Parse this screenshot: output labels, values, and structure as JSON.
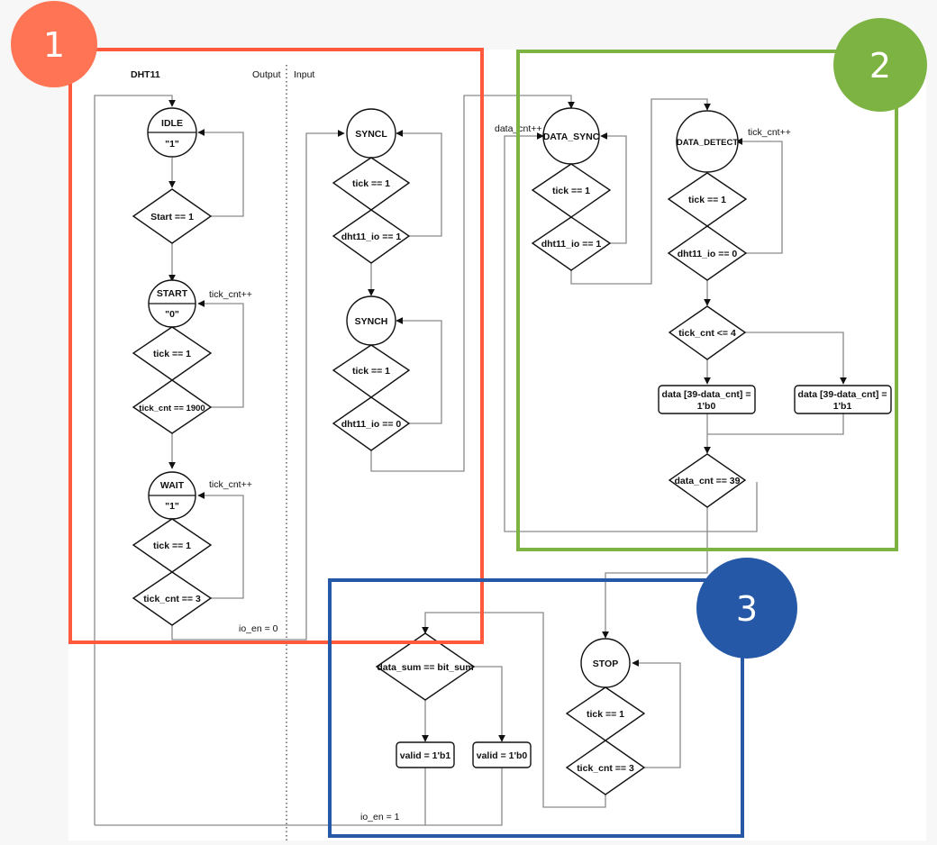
{
  "diagram": {
    "title": "DHT11",
    "lane_labels": {
      "output": "Output",
      "input": "Input"
    },
    "states": {
      "idle": {
        "name": "IDLE",
        "value": "\"1\""
      },
      "start": {
        "name": "START",
        "value": "\"0\""
      },
      "wait": {
        "name": "WAIT",
        "value": "\"1\""
      },
      "syncl": {
        "name": "SYNCL"
      },
      "synch": {
        "name": "SYNCH"
      },
      "data_sync": {
        "name": "DATA_SYNC"
      },
      "data_detect": {
        "name": "DATA_DETECT"
      },
      "stop": {
        "name": "STOP"
      }
    },
    "decisions": {
      "start_eq_1": "Start == 1",
      "start_tick": "tick == 1",
      "start_cnt": "tick_cnt == 1900",
      "wait_tick": "tick == 1",
      "wait_cnt": "tick_cnt == 3",
      "syncl_tick": "tick == 1",
      "syncl_io": "dht11_io == 1",
      "synch_tick": "tick == 1",
      "synch_io": "dht11_io == 0",
      "ds_tick": "tick == 1",
      "ds_io": "dht11_io == 1",
      "dd_tick": "tick == 1",
      "dd_io": "dht11_io == 0",
      "tick_cnt_le4": "tick_cnt <= 4",
      "data_cnt_39": "data_cnt == 39",
      "checksum": "data_sum == bit_sum",
      "stop_tick": "tick == 1",
      "stop_cnt": "tick_cnt == 3"
    },
    "processes": {
      "bit0_line1": "data [39-data_cnt] =",
      "bit0_line2": "1'b0",
      "bit1_line1": "data [39-data_cnt] =",
      "bit1_line2": "1'b1",
      "valid1": "valid = 1'b1",
      "valid0": "valid = 1'b0"
    },
    "edge_labels": {
      "start_tick_inc": "tick_cnt++",
      "wait_tick_inc": "tick_cnt++",
      "io_en_0": "io_en = 0",
      "data_cnt_inc": "data_cnt++",
      "detect_tick_inc": "tick_cnt++",
      "io_en_1": "io_en = 1"
    }
  },
  "annotations": [
    {
      "number": "1",
      "color": "#ff5a3c",
      "badge_color": "#ff7454"
    },
    {
      "number": "2",
      "color": "#7cb342",
      "badge_color": "#7cb342"
    },
    {
      "number": "3",
      "color": "#2559a7",
      "badge_color": "#2559a7"
    }
  ]
}
